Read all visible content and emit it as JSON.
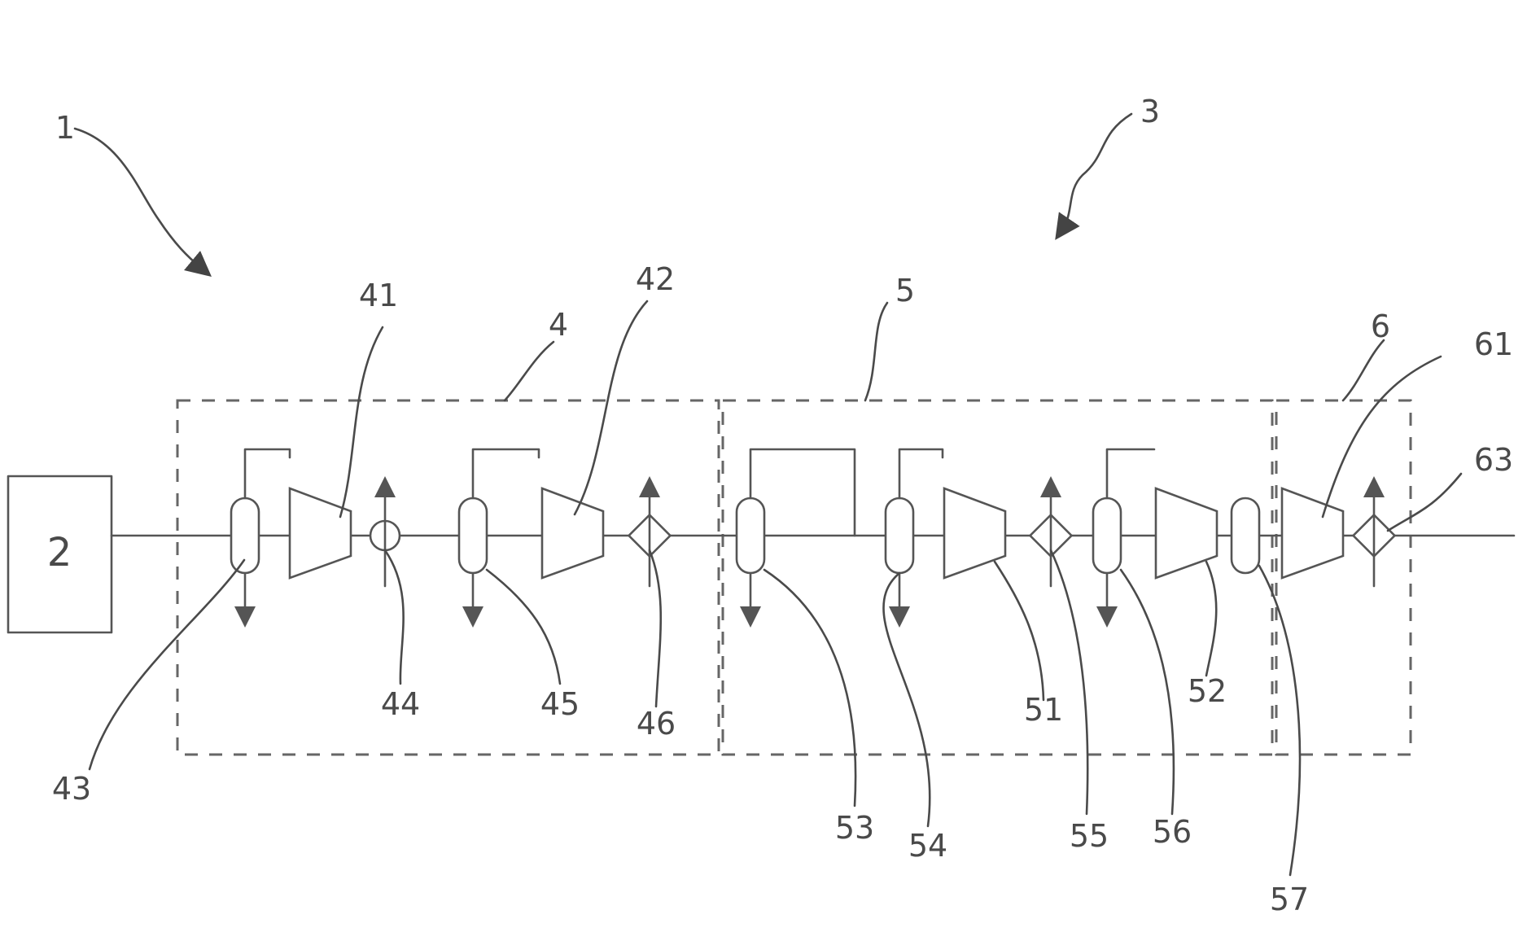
{
  "labels": {
    "system": "1",
    "source": "2",
    "group": "3",
    "section_4": "4",
    "section_5": "5",
    "section_6": "6",
    "c41": "41",
    "c42": "42",
    "s43": "43",
    "h44": "44",
    "s45": "45",
    "h46": "46",
    "c51": "51",
    "c52": "52",
    "s53": "53",
    "s54": "54",
    "h55": "55",
    "s56": "56",
    "s57": "57",
    "c61": "61",
    "h63": "63"
  }
}
